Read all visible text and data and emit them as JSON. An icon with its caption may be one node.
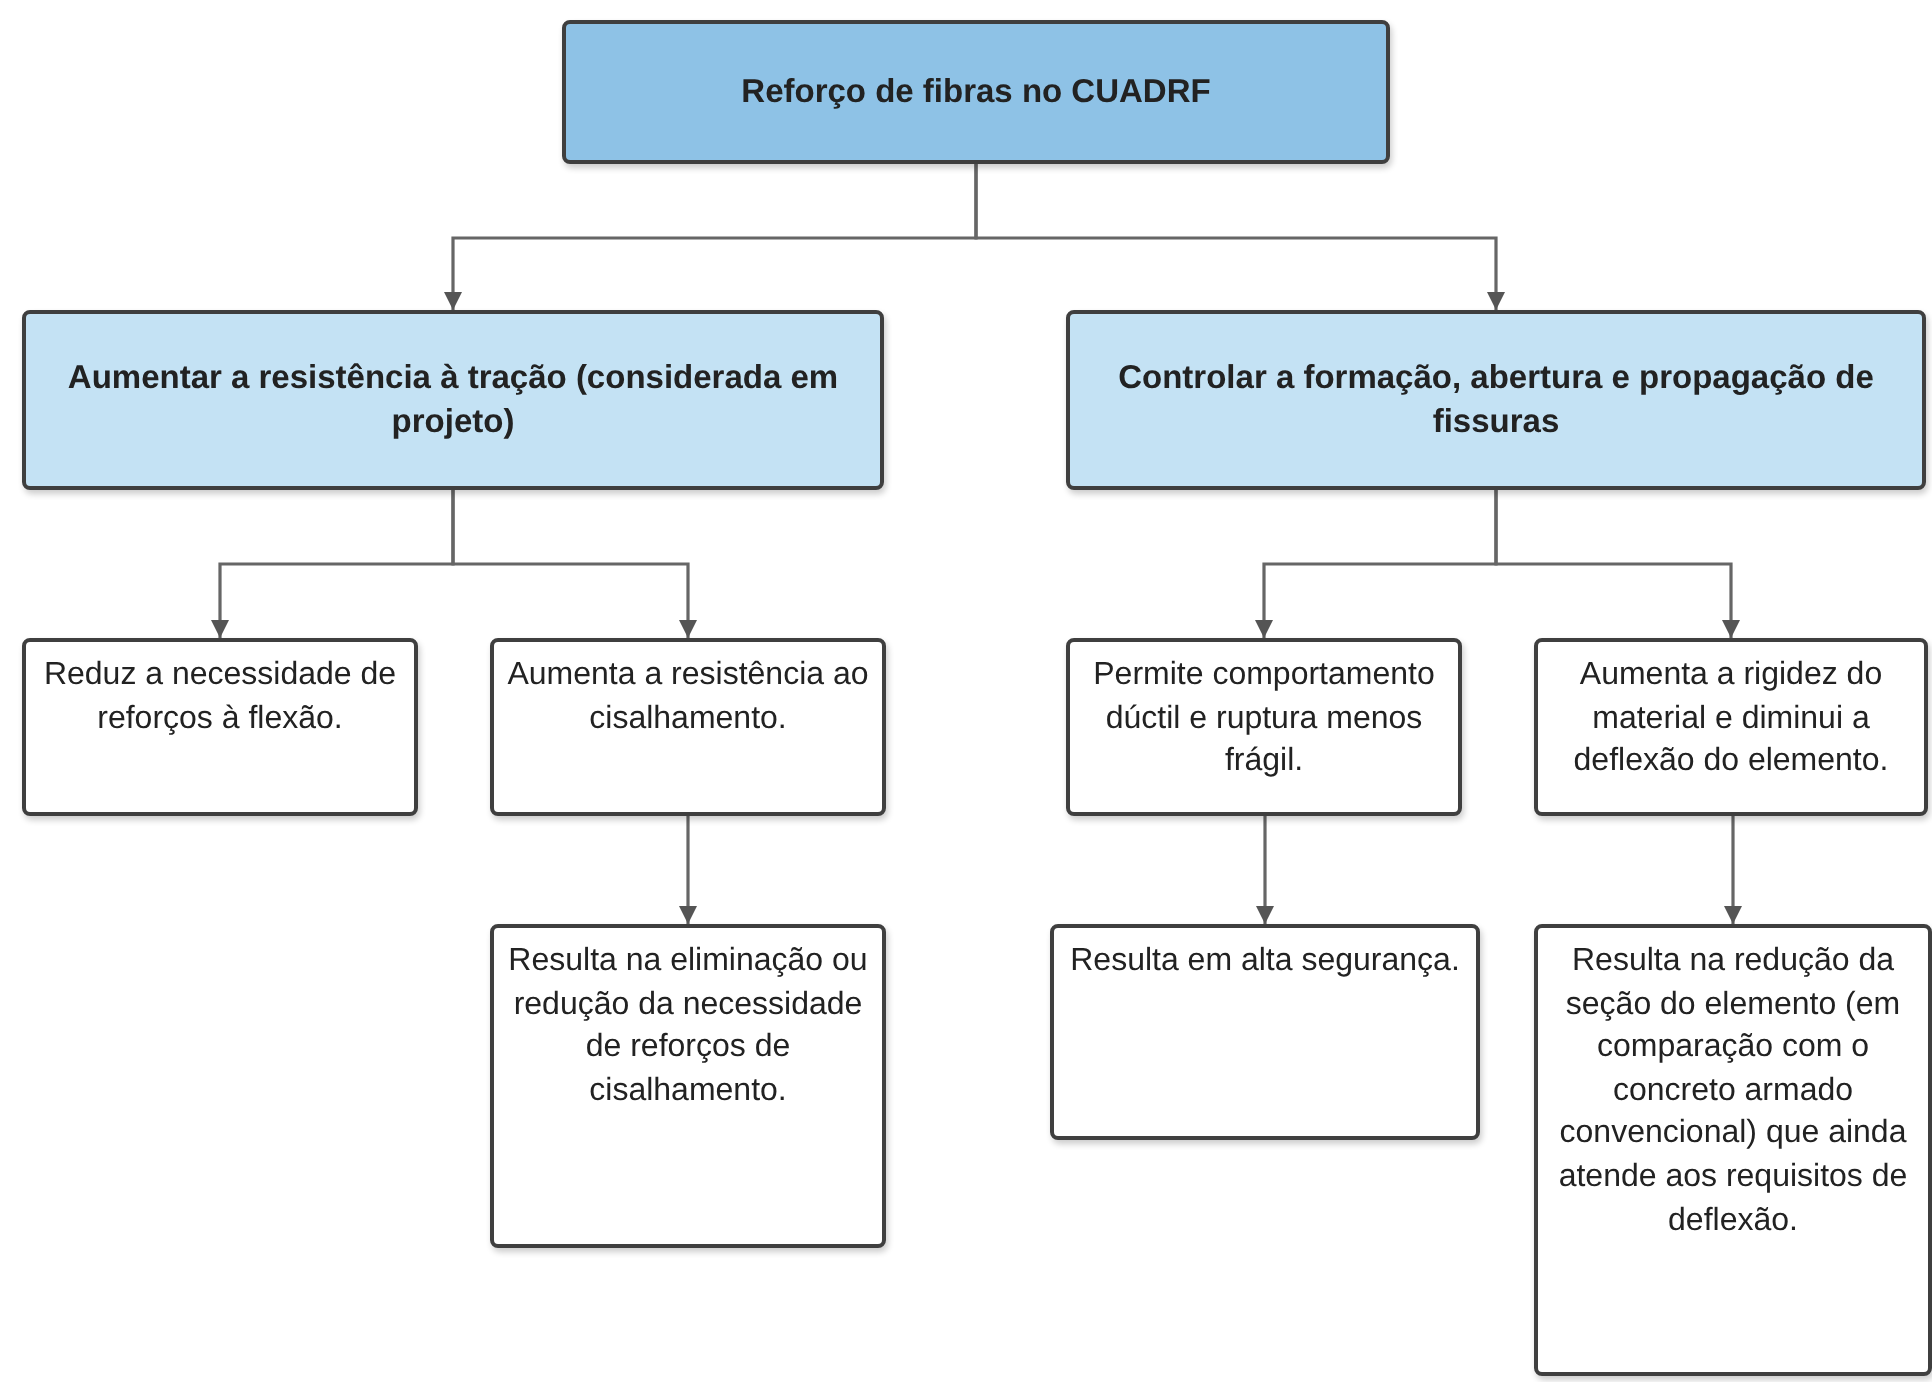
{
  "diagram": {
    "nodes": [
      {
        "text": [
          "Reforço de fibras no CUADRF"
        ]
      },
      {
        "text": [
          "Aumentar a resistência à tração (considerada em projeto)"
        ]
      },
      {
        "text": [
          "Controlar a formação, abertura e propagação de fissuras"
        ]
      },
      {
        "text": [
          "Reduz a necessidade de reforços à flexão."
        ]
      },
      {
        "text": [
          "Aumenta a resistência ao cisalhamento."
        ]
      },
      {
        "text": [
          "Resulta na eliminação ou redução da necessidade de reforços de cisalhamento."
        ]
      },
      {
        "text": [
          "Permite comportamento dúctil e ruptura menos frágil."
        ]
      },
      {
        "text": [
          "Aumenta a rigidez do material e diminui a deflexão do elemento."
        ]
      },
      {
        "text": [
          "Resulta em alta segurança."
        ]
      },
      {
        "text": [
          "Resulta na redução da seção do elemento (em comparação com o concreto armado convencional) que ainda atende aos requisitos de deflexão."
        ]
      }
    ],
    "edges": [
      {
        "from": 0,
        "to": 1,
        "arrow": "to"
      },
      {
        "from": 0,
        "to": 2,
        "arrow": "to"
      },
      {
        "from": 1,
        "to": 3,
        "arrow": "to"
      },
      {
        "from": 1,
        "to": 4,
        "arrow": "to"
      },
      {
        "from": 4,
        "to": 5,
        "arrow": "to"
      },
      {
        "from": 2,
        "to": 6,
        "arrow": "to"
      },
      {
        "from": 2,
        "to": 7,
        "arrow": "to"
      },
      {
        "from": 6,
        "to": 8,
        "arrow": "to"
      },
      {
        "from": 7,
        "to": 9,
        "arrow": "to"
      }
    ]
  }
}
